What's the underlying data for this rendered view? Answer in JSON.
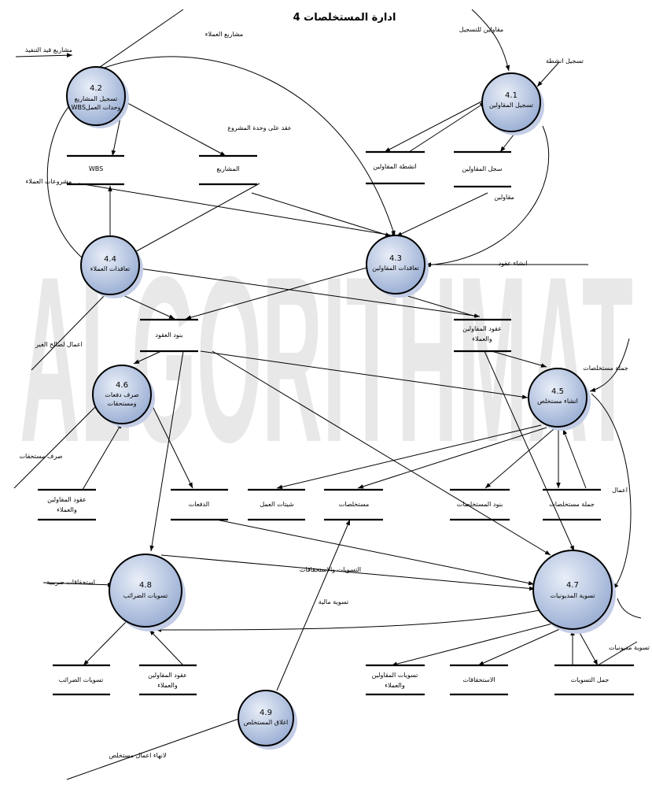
{
  "title": "4 ادارة المستخلصات",
  "watermark": "ALGORITHMAT",
  "colors": {
    "process_fill_center": "#e6ecf7",
    "process_fill_edge": "#9fb3d6",
    "process_shadow": "#c3cde6"
  },
  "processes": {
    "p41": {
      "id": "4.1",
      "lines": [
        "تسجيل المقاولين"
      ]
    },
    "p42": {
      "id": "4.2",
      "lines": [
        "تسجيل المشاريع",
        "WBSوحدات العمل"
      ]
    },
    "p43": {
      "id": "4.3",
      "lines": [
        "تعاقدات المقاولين"
      ]
    },
    "p44": {
      "id": "4.4",
      "lines": [
        "تعاقدات العملاء"
      ]
    },
    "p45": {
      "id": "4.5",
      "lines": [
        "انشاء مستخلص"
      ]
    },
    "p46": {
      "id": "4.6",
      "lines": [
        "صرف دفعات",
        "ومستحقات"
      ]
    },
    "p47": {
      "id": "4.7",
      "lines": [
        "تسوية المديونيات"
      ]
    },
    "p48": {
      "id": "4.8",
      "lines": [
        "تسويات الضرائب"
      ]
    },
    "p49": {
      "id": "4.9",
      "lines": [
        "اغلاق المستخلص"
      ]
    }
  },
  "stores": {
    "s_wbs": {
      "lines": [
        "WBS"
      ]
    },
    "s_projects": {
      "lines": [
        "المشاريع"
      ]
    },
    "s_activities": {
      "lines": [
        "انشطة المقاولين"
      ]
    },
    "s_registry": {
      "lines": [
        "سجل المقاولين"
      ]
    },
    "s_terms": {
      "lines": [
        "بنود العقود"
      ]
    },
    "s_contracts": {
      "lines": [
        "عقود المقاولين",
        "والعملاء"
      ]
    },
    "s_contracts2": {
      "lines": [
        "عقود المقاولين",
        "والعملاء"
      ]
    },
    "s_payments": {
      "lines": [
        "الدفعات"
      ]
    },
    "s_worksheets": {
      "lines": [
        "شيتات العمل"
      ]
    },
    "s_extracts": {
      "lines": [
        "مستخلصات"
      ]
    },
    "s_extract_items": {
      "lines": [
        "بنود المستخلصات"
      ]
    },
    "s_extract_totals": {
      "lines": [
        "جملة مستخلصات"
      ]
    },
    "s_tax": {
      "lines": [
        "تسويات الضرائب"
      ]
    },
    "s_contracts3": {
      "lines": [
        "عقود المقاولين",
        "والعملاء"
      ]
    },
    "s_settle_contr": {
      "lines": [
        "تسويات المقاولين",
        "والعملاء"
      ]
    },
    "s_dues": {
      "lines": [
        "الاستحقاقات"
      ]
    },
    "s_settle_totals": {
      "lines": [
        "جمل التسويات"
      ]
    }
  },
  "flow_labels": {
    "f1": "مشاريع العملاء",
    "f2": "مشاريع قيد التنفيذ",
    "f3": "مقاولين للتسجيل",
    "f4": "تسجيل انشطة",
    "f5": "عقد على وحدة المشروع",
    "f6": "مشروعات العملاء",
    "f7": "مقاولين",
    "f8": "انشاء عقود",
    "f9": "اعمال لصالح الغير",
    "f10": "جملة مستخلصات",
    "f11": "صرف مستحقات",
    "f12": "اعمال",
    "f13": "التسويات والاستحقاقات",
    "f14": "استحقاقات ضريبية",
    "f15": "تسوية مالية",
    "f16": "تسوية مديونيات",
    "f17": "لانهاء اعمال مستخلص"
  }
}
